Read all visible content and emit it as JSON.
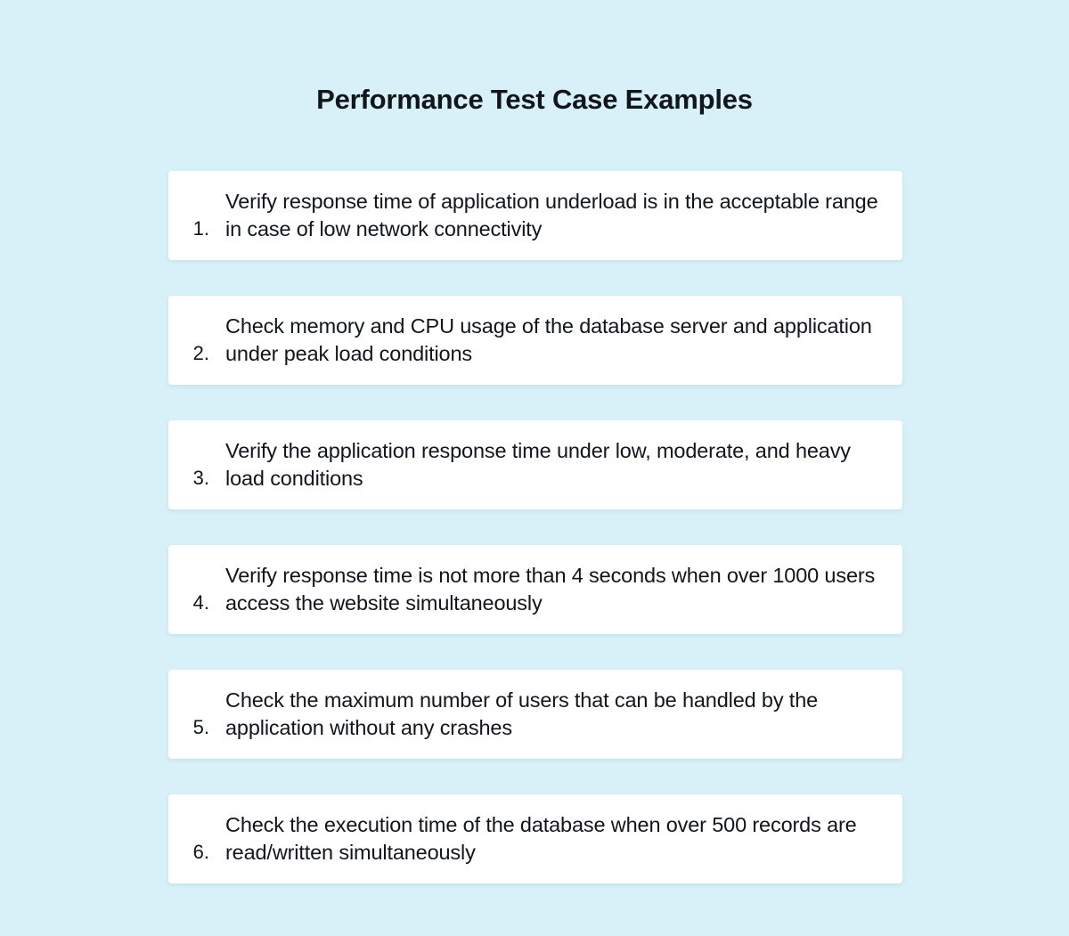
{
  "page": {
    "title": "Performance Test Case Examples",
    "background_color": "#d8f0f7",
    "card_color": "#ffffff",
    "text_color": "#11161c"
  },
  "items": [
    {
      "number": "1.",
      "text": "Verify response time of application underload is in the acceptable range in case of low network connectivity"
    },
    {
      "number": "2.",
      "text": "Check memory and CPU usage of the database server and application under peak load conditions"
    },
    {
      "number": "3.",
      "text": "Verify the application response time under low, moderate, and heavy load conditions"
    },
    {
      "number": "4.",
      "text": "Verify response time is not more than 4 seconds when over 1000 users access the website simultaneously"
    },
    {
      "number": "5.",
      "text": "Check the maximum number of users that can be handled by the application without any crashes"
    },
    {
      "number": "6.",
      "text": "Check the execution time of the database when over 500 records are read/written simultaneously"
    }
  ]
}
